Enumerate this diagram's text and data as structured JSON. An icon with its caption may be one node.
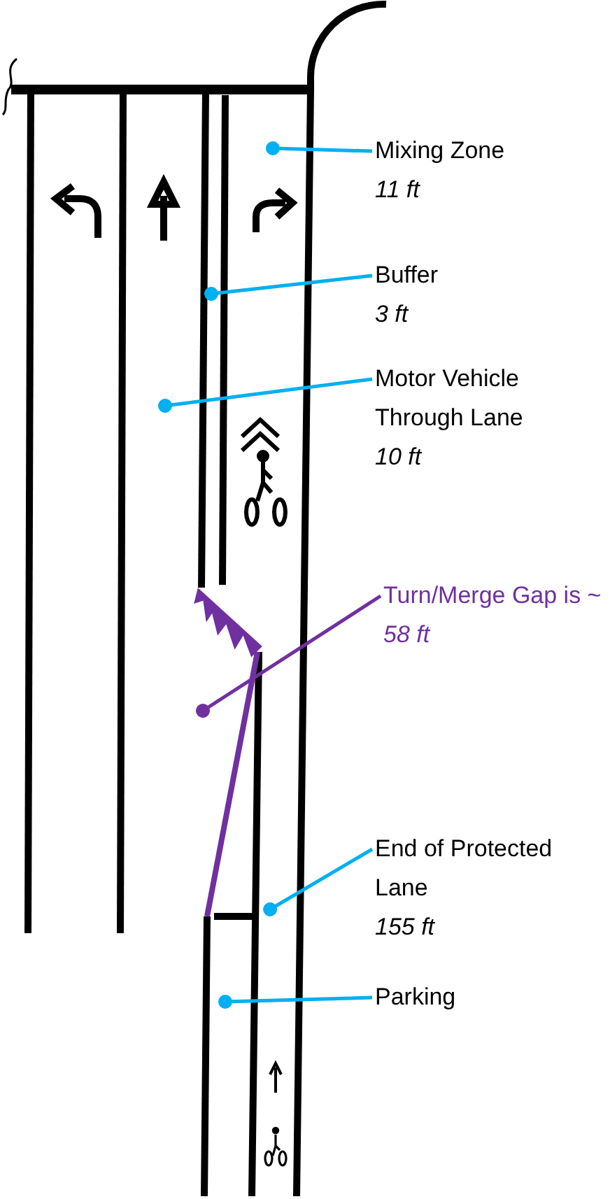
{
  "diagram": {
    "nodes": [
      {
        "text": [
          "Mixing Zone",
          "11 ft"
        ]
      },
      {
        "text": [
          "Buffer",
          "3 ft"
        ]
      },
      {
        "text": [
          "Motor Vehicle Through Lane",
          "10 ft"
        ]
      },
      {
        "text": [
          "Turn/Merge Gap is ~ *58 ft*"
        ]
      },
      {
        "text": [
          "End of Protected Lane",
          "155 ft"
        ]
      },
      {
        "text": [
          "Parking"
        ]
      }
    ],
    "edges": [
      {
        "from": 0,
        "to": null,
        "arrow": "other"
      },
      {
        "from": 1,
        "to": null,
        "arrow": "other"
      },
      {
        "from": 2,
        "to": null,
        "arrow": "other"
      },
      {
        "from": 3,
        "to": null,
        "arrow": "other",
        "color": "#7030a0"
      },
      {
        "from": 4,
        "to": null,
        "arrow": "other"
      },
      {
        "from": 5,
        "to": null,
        "arrow": "other"
      }
    ]
  }
}
